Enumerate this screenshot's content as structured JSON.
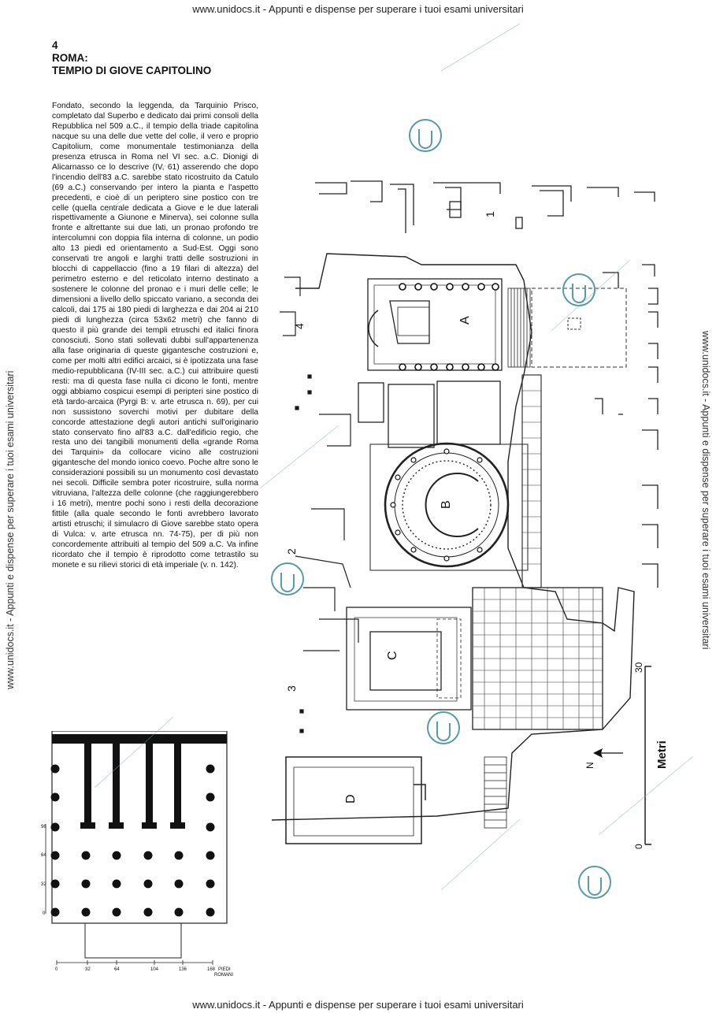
{
  "watermark": {
    "banner": "www.unidocs.it - Appunti e dispense per superare i tuoi esami universitari",
    "side_left": "www.unidocs.it - Appunti e dispense per superare i tuoi esami universitari",
    "side_right": "www.unidocs.it - Appunti e dispense per superare i tuoi esami universitari",
    "logo_icon": "unidocs-logo-icon",
    "color": "#5a9aa8"
  },
  "header": {
    "number": "4",
    "city": "ROMA:",
    "title": "TEMPIO DI GIOVE CAPITOLINO"
  },
  "body_text": "Fondato, secondo la leggenda, da Tarquinio Prisco, completato dal Superbo e dedicato dai primi consoli della Repubblica nel 509 a.C., il tempio della triade capitolina nacque su una delle due vette del colle, il vero e proprio Capitolium, come monumentale testimonianza della presenza etrusca in Roma nel VI sec. a.C. Dionigi di Alicarnasso ce lo descrive (IV, 61) asserendo che dopo l'incendio dell'83 a.C. sarebbe stato ricostruito da Catulo (69 a.C.) conservando per intero la pianta e l'aspetto precedenti, e cioè di un periptero sine postico con tre celle (quella centrale dedicata a Giove e le due laterali rispettivamente a Giunone e Minerva), sei colonne sulla fronte e altrettante sui due lati, un pronao profondo tre intercolumni con doppia fila interna di colonne, un podio alto 13 piedi ed orientamento a Sud-Est. Oggi sono conservati tre angoli e larghi tratti delle sostruzioni in blocchi di cappellaccio (fino a 19 filari di altezza) del perimetro esterno e del reticolato interno destinato a sostenere le colonne del pronao e i muri delle celle; le dimensioni a livello dello spiccato variano, a seconda dei calcoli, dai 175 ai 180 piedi di larghezza e dai 204 ai 210 piedi di lunghezza (circa 53x62 metri) che fanno di questo il più grande dei templi etruschi ed italici finora conosciuti. Sono stati sollevati dubbi sull'appartenenza alla fase originaria di queste gigantesche costruzioni e, come per molti altri edifici arcaici, si è ipotizzata una fase medio-repubblicana (IV-III sec. a.C.) cui attribuire questi resti: ma di questa fase nulla ci dicono le fonti, mentre oggi abbiamo cospicui esempi di peripteri sine postico di età tardo-arcaica (Pyrgi B: v. arte etrusca n. 69), per cui non sussistono soverchi motivi per dubitare della concorde attestazione degli autori antichi sull'originario stato conservato fino all'83 a.C. dall'edificio regio, che resta uno dei tangibili monumenti della «grande Roma dei Tarquini» da collocare vicino alle costruzioni gigantesche del mondo ionico coevo. Poche altre sono le considerazioni possibili su un monumento così devastato nei secoli. Difficile sembra poter ricostruire, sulla norma vitruviana, l'altezza delle colonne (che raggiungerebbero i 16 metri), mentre pochi sono i resti della decorazione fittile (alla quale secondo le fonti avrebbero lavorato artisti etruschi; il simulacro di Giove sarebbe stato opera di Vulca: v. arte etrusca nn. 74-75), per di più non concordemente attribuiti al tempio del 509 a.C. Va infine ricordato che il tempio è riprodotto come tetrastilo su monete e su rilievi storici di età imperiale (v. n. 142).",
  "small_plan": {
    "y_axis_labels": [
      "96",
      "64",
      "32",
      "0"
    ],
    "x_axis_labels": [
      "0",
      "32",
      "64",
      "104",
      "136",
      "168"
    ],
    "unit_line1": "PIEDI",
    "unit_line2": "ROMANI"
  },
  "site_plan": {
    "area_labels": [
      "A",
      "B",
      "C",
      "D"
    ],
    "side_numbers": [
      "1",
      "2",
      "3",
      "4"
    ],
    "north_label": "N",
    "scale_top": "30",
    "scale_bottom": "0",
    "scale_unit": "Metri"
  }
}
